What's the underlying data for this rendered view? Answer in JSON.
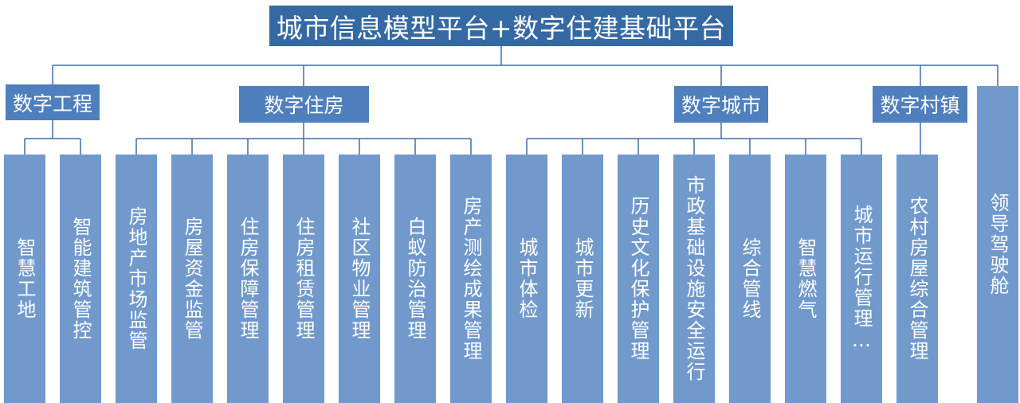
{
  "diagram": {
    "root": "城市信息模型平台+数字住建基础平台",
    "categories": {
      "engineering": "数字工程",
      "housing": "数字住房",
      "city": "数字城市",
      "village": "数字村镇"
    },
    "leaves": {
      "smart_site": "智慧工地",
      "smart_building_control": "智能建筑管控",
      "real_estate_market": "房地产市场监管",
      "housing_fund": "房屋资金监管",
      "housing_security": "住房保障管理",
      "housing_rental": "住房租赁管理",
      "community_property": "社区物业管理",
      "termite_control": "白蚁防治管理",
      "property_survey": "房产测绘成果管理",
      "city_checkup": "城市体检",
      "urban_renewal": "城市更新",
      "heritage_protection": "历史文化保护管理",
      "infrastructure_safety": "市政基础设施安全运行",
      "utility_tunnel": "综合管线",
      "smart_gas": "智慧燃气",
      "city_operation": "城市运行管理…",
      "rural_housing": "农村房屋综合管理",
      "leadership_cockpit": "领导驾驶舱"
    }
  }
}
